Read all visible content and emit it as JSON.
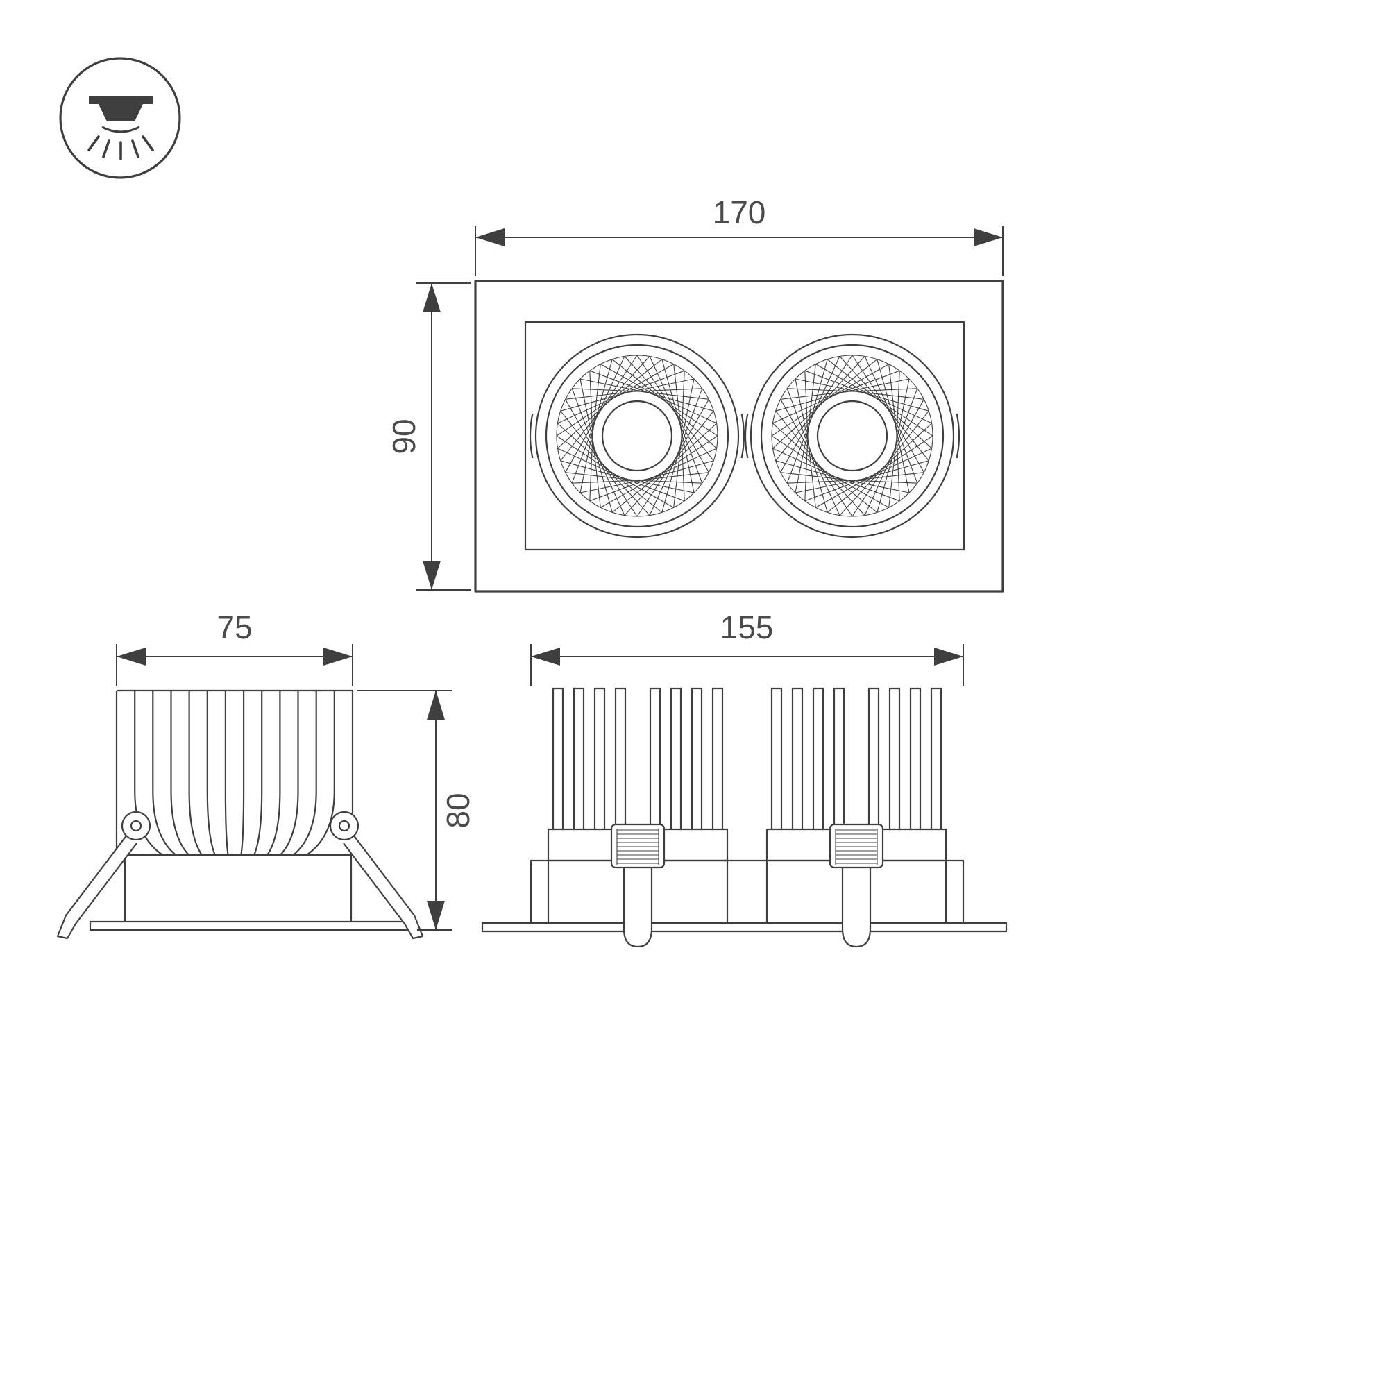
{
  "drawing": {
    "line_color": "#3f3f3f",
    "text_color": "#4a4a4a",
    "background_color": "#ffffff",
    "icon": {
      "name": "recessed-downlight-icon"
    },
    "views": {
      "front": {
        "width_mm": "170",
        "height_mm": "90"
      },
      "side": {
        "width_mm": "75",
        "height_mm": "80"
      },
      "rear": {
        "width_mm": "155"
      }
    }
  }
}
